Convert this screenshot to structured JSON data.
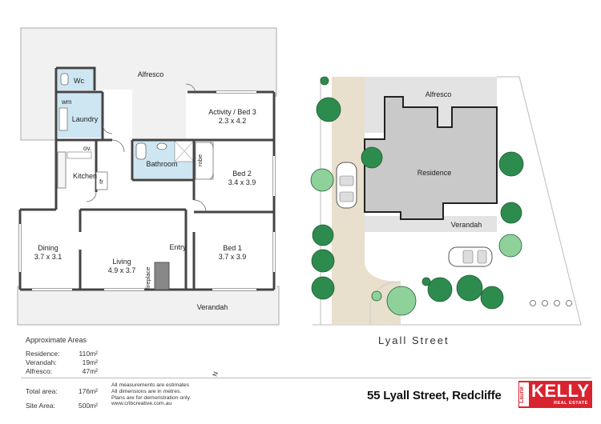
{
  "floorplan": {
    "rooms": {
      "alfresco": "Alfresco",
      "wc": "Wc",
      "wm": "wm",
      "laundry": "Laundry",
      "activity_name": "Activity / Bed 3",
      "activity_size": "2.3 x 4.2",
      "ov": "ov.",
      "bathroom": "Bathroom",
      "robe": "robe",
      "bed2_name": "Bed 2",
      "bed2_size": "3.4 x 3.9",
      "kitchen": "Kitchen",
      "fr": "fr",
      "dining_name": "Dining",
      "dining_size": "3.7 x 3.1",
      "living_name": "Living",
      "living_size": "4.9 x 3.7",
      "entry": "Entry",
      "bed1_name": "Bed 1",
      "bed1_size": "3.7 x 3.9",
      "fireplace": "fireplace",
      "verandah": "Verandah"
    }
  },
  "siteplan": {
    "alfresco": "Alfresco",
    "residence": "Residence",
    "verandah": "Verandah",
    "street": "Lyall Street"
  },
  "areas": {
    "title": "Approximate Areas",
    "rows": [
      {
        "label": "Residence:",
        "value": "110m²"
      },
      {
        "label": "Verandah:",
        "value": "19m²"
      },
      {
        "label": "Alfresco:",
        "value": "47m²"
      }
    ],
    "total_label": "Total area:",
    "total_value": "176m²",
    "site_label": "Site Area:",
    "site_value": "500m²"
  },
  "disclaimer": [
    "All measurements are estimates",
    "All dimensions are in metres.",
    "Plans are for demonstration only.",
    "www.cribcreative.com.au"
  ],
  "compass": "N",
  "address": "55 Lyall Street, Redcliffe",
  "logo": {
    "laurie": "Laurie",
    "kelly": "KELLY",
    "real_estate": "REAL ESTATE",
    "color": "#d9232e"
  },
  "colors": {
    "wet_area": "#cde6f2",
    "residence": "#c9c9c9",
    "alfresco": "#e3e3e3",
    "driveway": "#e8dfcc",
    "tree_dark": "#2e8b4e",
    "tree_light": "#8fd19a"
  }
}
